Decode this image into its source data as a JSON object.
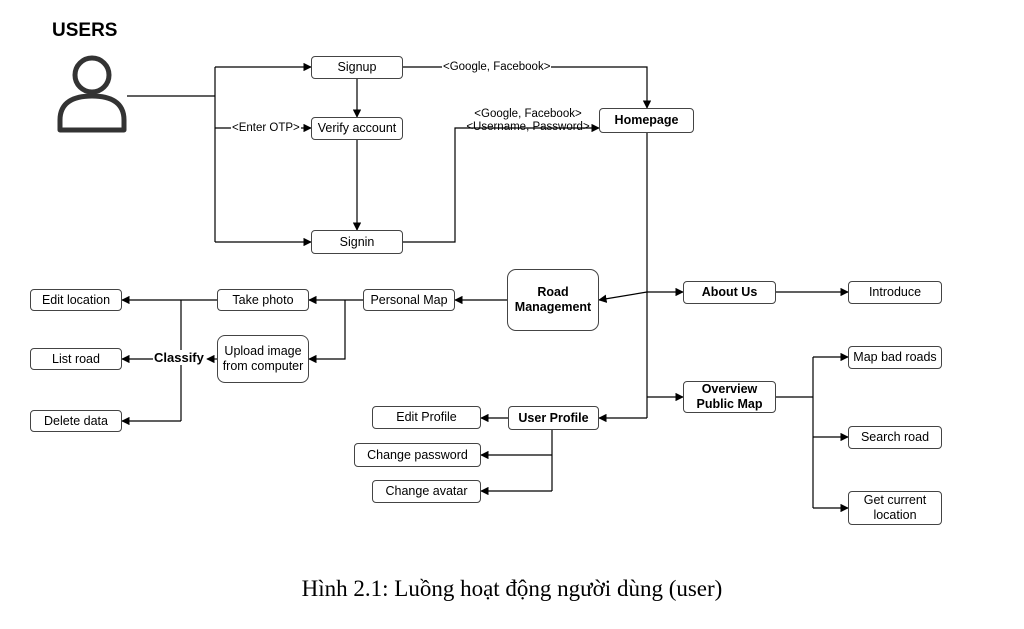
{
  "actor": {
    "title": "USERS",
    "icon": "user-icon"
  },
  "nodes": {
    "signup": "Signup",
    "verify": "Verify account",
    "signin": "Signin",
    "homepage": "Homepage",
    "road_management": "Road\nManagement",
    "personal_map": "Personal Map",
    "take_photo": "Take photo",
    "upload_image": "Upload image\nfrom computer",
    "edit_location": "Edit location",
    "list_road": "List road",
    "delete_data": "Delete data",
    "classify": "Classify",
    "about_us": "About Us",
    "introduce": "Introduce",
    "overview_public_map": "Overview\nPublic Map",
    "map_bad_roads": "Map bad roads",
    "search_road": "Search road",
    "get_current_location": "Get current\nlocation",
    "user_profile": "User Profile",
    "edit_profile": "Edit Profile",
    "change_password": "Change password",
    "change_avatar": "Change avatar"
  },
  "edge_labels": {
    "signup_to_home": "<Google, Facebook>",
    "enter_otp": "<Enter OTP>",
    "signin_to_home_line1": "<Google, Facebook>",
    "signin_to_home_line2": "<Username, Password>"
  },
  "caption": "Hình 2.1: Luồng hoạt động người dùng (user)"
}
